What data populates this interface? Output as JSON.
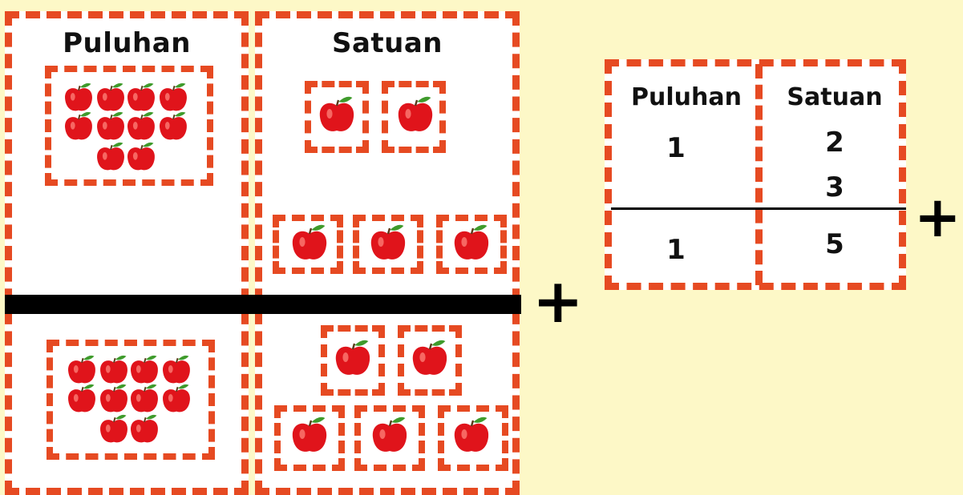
{
  "left_diagram": {
    "puluhan_label": "Puluhan",
    "satuan_label": "Satuan"
  },
  "plus_signs": {
    "middle": "+",
    "right": "+"
  },
  "place_value_table": {
    "headers": [
      "Puluhan",
      "Satuan"
    ],
    "rows": [
      {
        "puluhan": "1",
        "satuan": "2"
      },
      {
        "puluhan": "",
        "satuan": "3"
      }
    ],
    "result": {
      "puluhan": "1",
      "satuan": "5"
    }
  },
  "groups": {
    "top_tens_apples": 10,
    "top_ones_apples": 5,
    "bottom_tens_apples": 10,
    "bottom_ones_apples": 5
  },
  "colors": {
    "background": "#fdf8c7",
    "dash_border": "#e64a22",
    "apple": "#e0141b",
    "leaf": "#3f9b2c"
  },
  "icon": "apple-icon"
}
